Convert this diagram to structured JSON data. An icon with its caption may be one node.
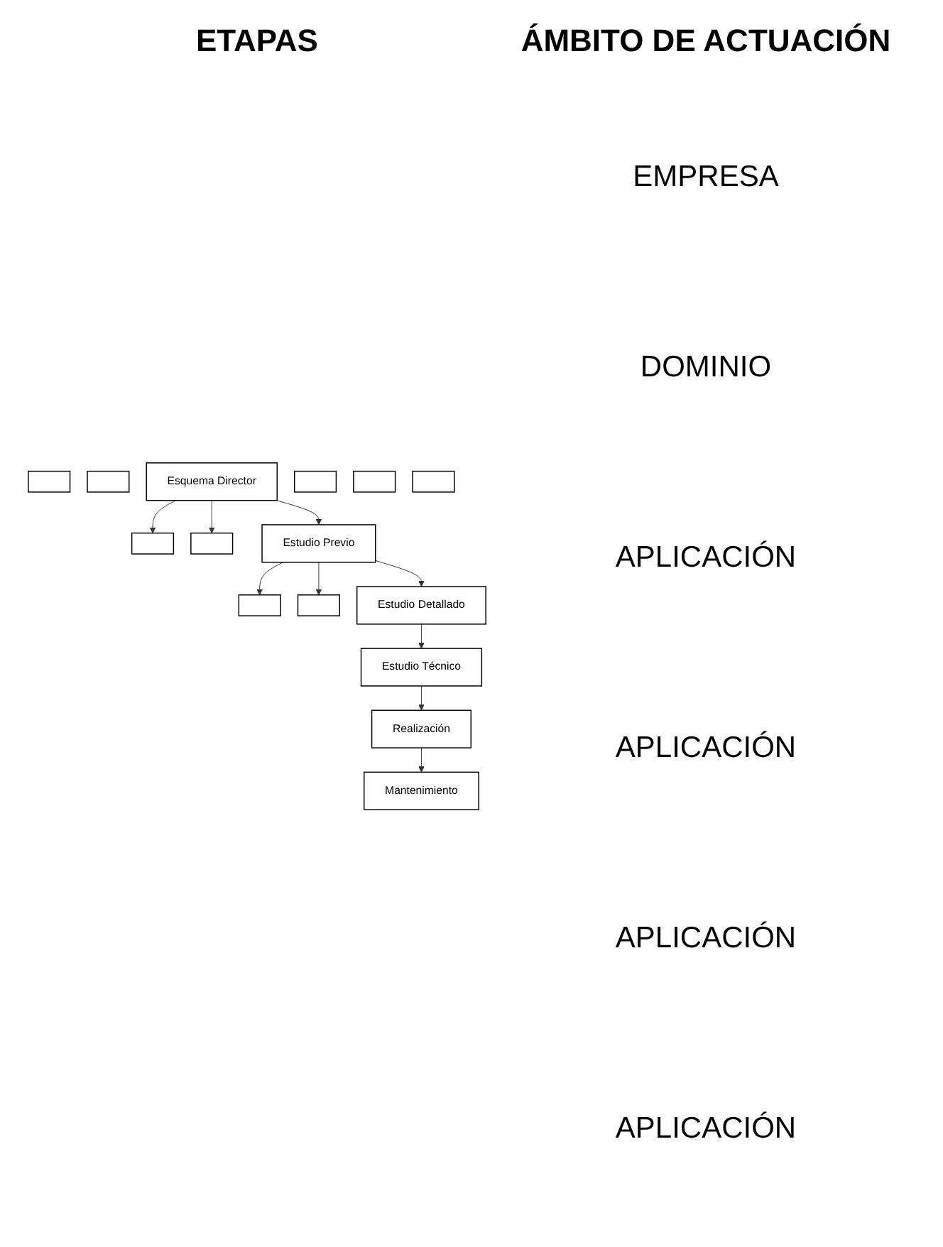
{
  "diagram": {
    "nodes": [
      {
        "text": [],
        "shape": "box"
      },
      {
        "text": [],
        "shape": "box"
      },
      {
        "text": [
          "Esquema Director"
        ]
      },
      {
        "text": [],
        "shape": "box"
      },
      {
        "text": [],
        "shape": "box"
      },
      {
        "text": [
          "Estudio Previo"
        ]
      },
      {
        "text": [],
        "shape": "box"
      },
      {
        "text": [],
        "shape": "box"
      },
      {
        "text": [
          "Estudio Detallado"
        ]
      },
      {
        "text": [
          "Estudio Técnico"
        ]
      },
      {
        "text": [],
        "shape": "box"
      },
      {
        "text": [
          "Realización"
        ]
      },
      {
        "text": [],
        "shape": "box"
      },
      {
        "text": [
          "Mantenimiento"
        ]
      },
      {
        "text": [],
        "shape": "box"
      }
    ],
    "edges": [
      {
        "from": 2,
        "to": 5,
        "arrow": "to"
      },
      {
        "from": 2,
        "to": 4,
        "arrow": "to"
      },
      {
        "from": 2,
        "to": 3,
        "arrow": "to"
      },
      {
        "from": 5,
        "to": 8,
        "arrow": "to"
      },
      {
        "from": 5,
        "to": 7,
        "arrow": "to"
      },
      {
        "from": 5,
        "to": 6,
        "arrow": "to"
      },
      {
        "from": 8,
        "to": 9,
        "arrow": "to"
      },
      {
        "from": 9,
        "to": 11,
        "arrow": "to"
      },
      {
        "from": 11,
        "to": 13,
        "arrow": "to"
      }
    ],
    "labels": [
      "ETAPAS",
      "ÁMBITO DE ACTUACIÓN",
      "EMPRESA",
      "DOMINIO",
      "APLICACIÓN",
      "APLICACIÓN",
      "APLICACIÓN",
      "APLICACIÓN"
    ]
  }
}
